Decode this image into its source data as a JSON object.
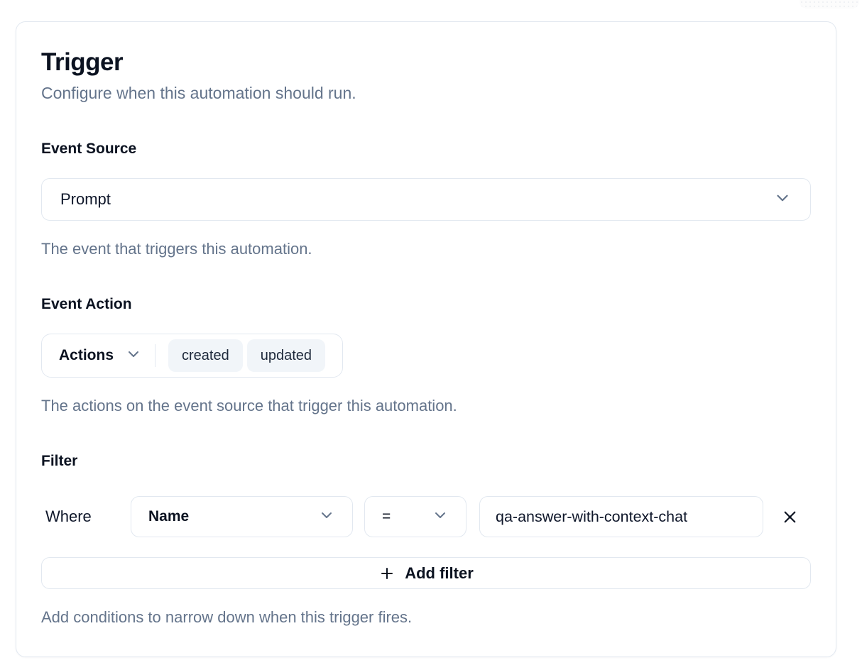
{
  "page": {
    "title": "Trigger",
    "subtitle": "Configure when this automation should run."
  },
  "event_source": {
    "label": "Event Source",
    "selected": "Prompt",
    "helper": "The event that triggers this automation."
  },
  "event_action": {
    "label": "Event Action",
    "dropdown_label": "Actions",
    "tags": [
      "created",
      "updated"
    ],
    "helper": "The actions on the event source that trigger this automation."
  },
  "filter": {
    "label": "Filter",
    "where_label": "Where",
    "field_selected": "Name",
    "operator_selected": "=",
    "value": "qa-answer-with-context-chat",
    "add_button_label": "Add filter",
    "helper": "Add conditions to narrow down when this trigger fires."
  },
  "icons": {
    "dropdown": "chevron-down",
    "remove": "x",
    "add": "plus"
  },
  "colors": {
    "card_bg": "#ffffff",
    "border": "#e2e8f0",
    "text_primary": "#0b1220",
    "text_muted": "#64748b",
    "tag_bg": "#f1f5f9",
    "icon_gray": "#64748b"
  }
}
